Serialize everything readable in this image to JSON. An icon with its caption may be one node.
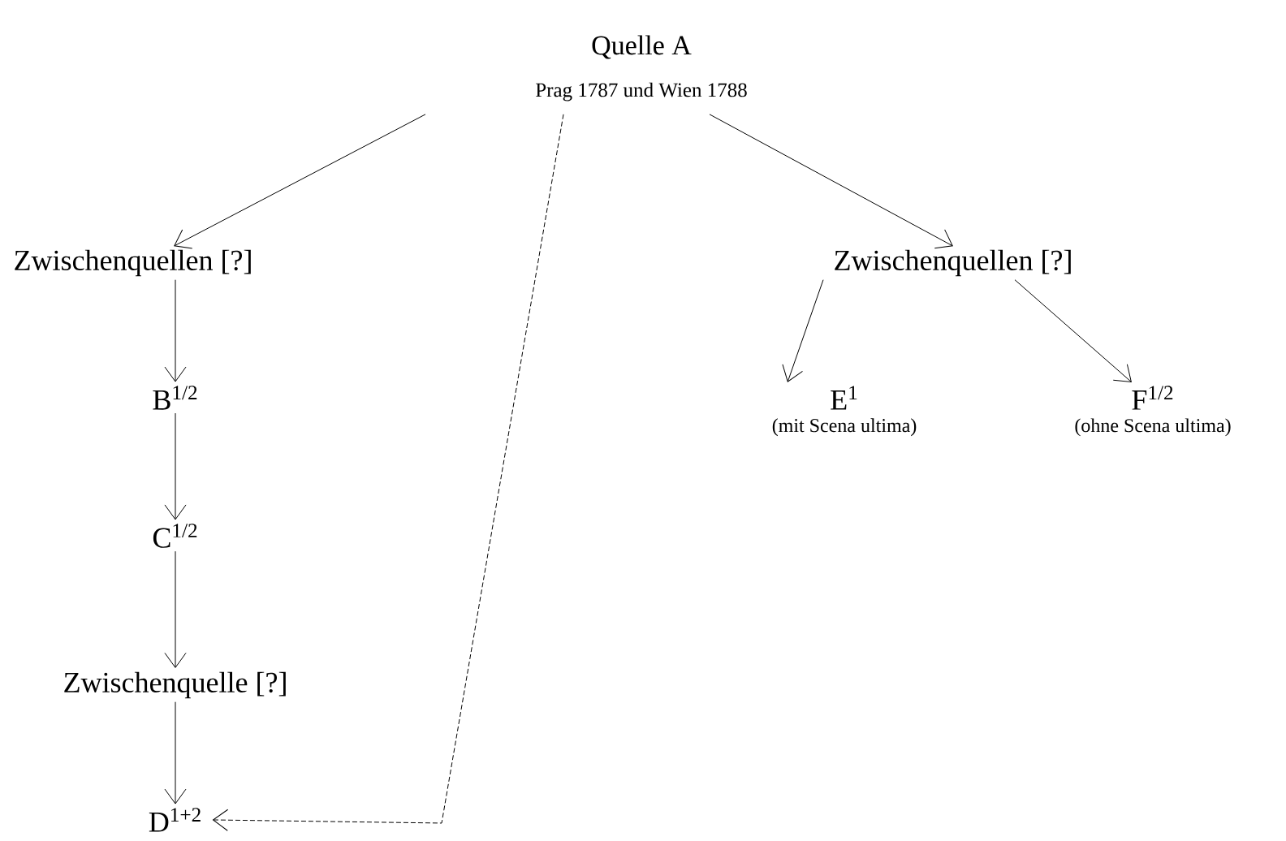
{
  "diagram": {
    "nodes": [
      {
        "text": [
          "Quelle A",
          "Prag 1787 und Wien 1788"
        ]
      },
      {
        "text": [
          "Zwischenquellen [?]"
        ]
      },
      {
        "text": [
          "B$^{1/2}$"
        ]
      },
      {
        "text": [
          "C$^{1/2}$"
        ]
      },
      {
        "text": [
          "Zwischenquelle [?]"
        ]
      },
      {
        "text": [
          "D$^{1+2}$"
        ]
      },
      {
        "text": [
          "Zwischenquellen [?]"
        ]
      },
      {
        "text": [
          "E$^{1}$"
        ],
        "beside": [
          "(mit Scena ultima)"
        ]
      },
      {
        "text": [
          "F$^{1/2}$"
        ],
        "beside": [
          "(ohne Scena ultima)"
        ]
      }
    ],
    "edges": [
      {
        "from": 0,
        "to": 1,
        "arrow": "to"
      },
      {
        "from": 0,
        "to": 6,
        "arrow": "to"
      },
      {
        "from": 1,
        "to": 2,
        "arrow": "to"
      },
      {
        "from": 2,
        "to": 3,
        "arrow": "to"
      },
      {
        "from": 3,
        "to": 4,
        "arrow": "to"
      },
      {
        "from": 4,
        "to": 5,
        "arrow": "to"
      },
      {
        "from": 0,
        "to": 5,
        "arrow": "to",
        "style": "dashed"
      },
      {
        "from": 6,
        "to": 7,
        "arrow": "to"
      },
      {
        "from": 6,
        "to": 8,
        "arrow": "to"
      }
    ]
  }
}
